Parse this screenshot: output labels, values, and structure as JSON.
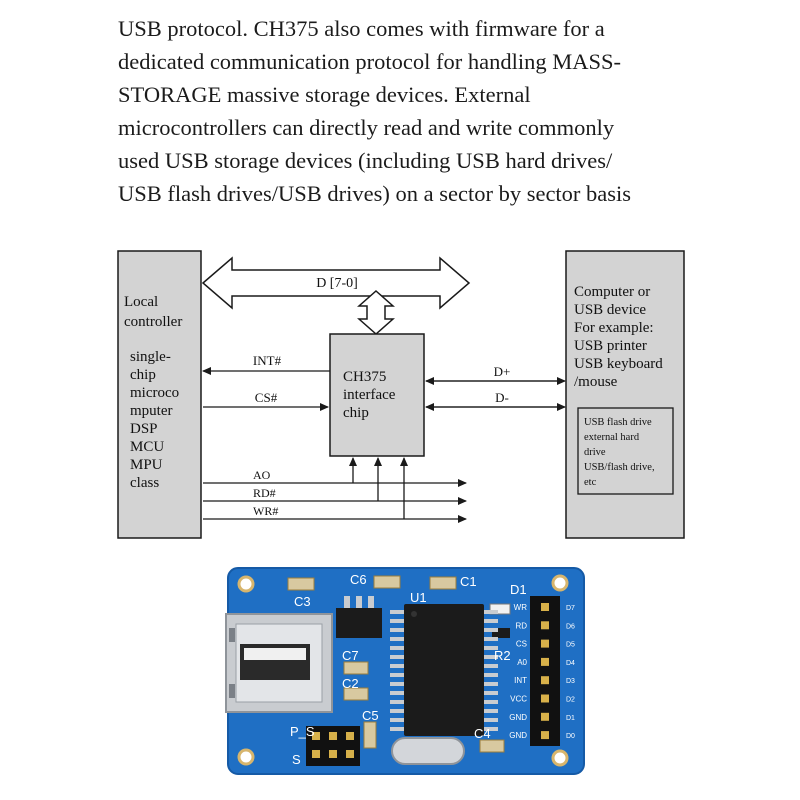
{
  "description": {
    "lines": [
      "USB protocol. CH375 also comes with firmware for a",
      "dedicated communication protocol for handling MASS-",
      "STORAGE massive storage devices. External",
      "microcontrollers can directly read and write commonly",
      "used USB storage devices (including USB hard drives/",
      "USB flash drives/USB drives) on a sector by sector basis"
    ]
  },
  "diagram": {
    "local_controller": {
      "title": [
        "Local",
        "controller"
      ],
      "items": [
        "single-",
        "chip",
        "microco",
        "mputer",
        "DSP",
        "MCU",
        "MPU",
        "class"
      ]
    },
    "bus_label": "D [7-0]",
    "chip": {
      "lines": [
        "CH375",
        "interface",
        "chip"
      ]
    },
    "signals": {
      "int": "INT#",
      "cs": "CS#",
      "a0": "AO",
      "rd": "RD#",
      "wr": "WR#",
      "dplus": "D+",
      "dminus": "D-"
    },
    "computer": {
      "lines": [
        "Computer or",
        "USB device",
        "For example:",
        "USB printer",
        "USB keyboard",
        "/mouse"
      ],
      "storage": [
        "USB flash drive",
        "external hard",
        "drive",
        "USB/flash drive,",
        "etc"
      ]
    },
    "colors": {
      "box_fill": "#d3d3d3",
      "stroke": "#1a1a1a"
    }
  },
  "board": {
    "silkscreen": {
      "c1": "C1",
      "c2": "C2",
      "c3": "C3",
      "c4": "C4",
      "c5": "C5",
      "c6": "C6",
      "c7": "C7",
      "d1": "D1",
      "r2": "R2",
      "u1": "U1",
      "ps": "P_S",
      "s": "S"
    },
    "pin_labels": [
      "WR",
      "RD",
      "CS",
      "A0",
      "INT",
      "VCC",
      "GND",
      "GND"
    ],
    "right_labels": [
      "D7",
      "D6",
      "D5",
      "D4",
      "D3",
      "D2",
      "D1",
      "D0"
    ],
    "colors": {
      "pcb": "#1f6fc4",
      "pcb_edge": "#155aa6",
      "chip": "#1b1b1b",
      "header": "#111111",
      "metal": "#c9ccd0"
    }
  }
}
